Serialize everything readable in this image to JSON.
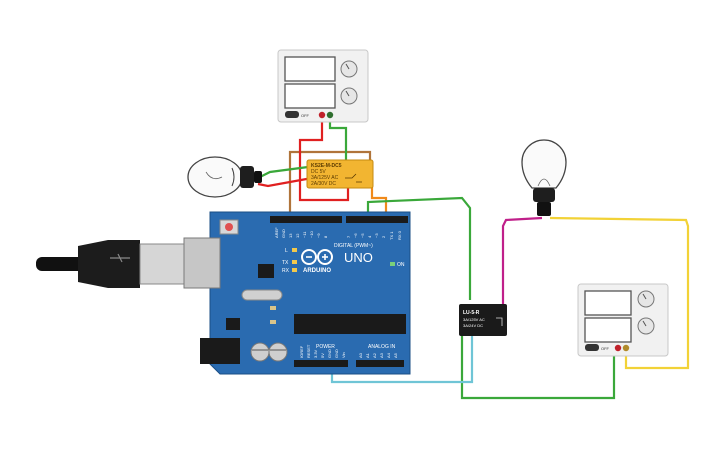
{
  "arduino": {
    "brand": "ARDUINO",
    "model": "UNO",
    "digital_label": "DIGITAL (PWM~)",
    "power_label": "POWER",
    "analog_label": "ANALOG IN",
    "on_label": "ON",
    "l_label": "L",
    "tx_label": "TX",
    "rx_label": "RX",
    "aref_label": "AREF",
    "gnd_label": "GND",
    "top_pins": [
      "13",
      "12",
      "~11",
      "~10",
      "~9",
      "8",
      "7",
      "~6",
      "~5",
      "4",
      "~3",
      "2",
      "TX 1",
      "RX 0"
    ],
    "power_pins": [
      "IOREF",
      "RESET",
      "3.3V",
      "5V",
      "GND",
      "GND",
      "Vin"
    ],
    "analog_pins": [
      "A0",
      "A1",
      "A2",
      "A3",
      "A4",
      "A5"
    ]
  },
  "relay_top": {
    "lines": [
      "KS2E-M-DC5",
      "DC 5V",
      "3A/125V AC",
      "2A/30V DC"
    ]
  },
  "relay_bottom": {
    "lines": [
      "LU-5-R",
      "3A/125V AC",
      "3A/24V DC"
    ]
  },
  "power_supply_top": {
    "off_label": "OFF"
  },
  "power_supply_bottom": {
    "off_label": "OFF"
  },
  "colors": {
    "board": "#2a6bb0",
    "relay_orange": "#f2b531",
    "wire_red": "#e02020",
    "wire_green": "#3aa83a",
    "wire_brown": "#b0743a",
    "wire_orange": "#f08a1a",
    "wire_yellow": "#f2d237",
    "wire_magenta": "#c0208a",
    "wire_cyan": "#6fc5d6"
  }
}
